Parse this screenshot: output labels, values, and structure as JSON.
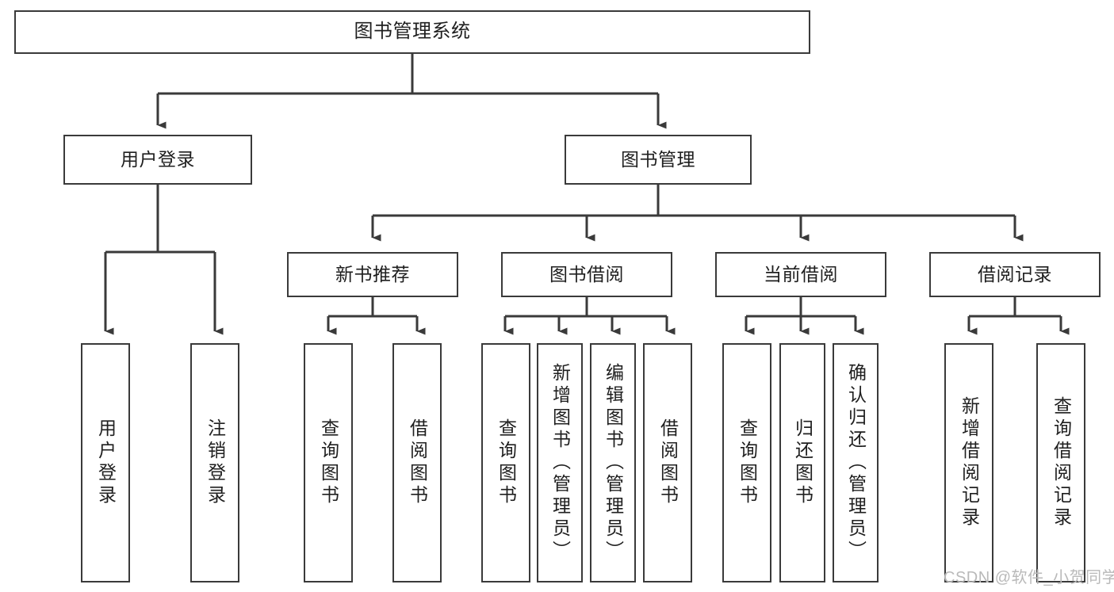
{
  "diagram": {
    "type": "tree-hierarchy",
    "title": "图书管理系统",
    "orientation": "top-down",
    "colors": {
      "box_border": "#3a3a3a",
      "box_fill": "#ffffff",
      "connector": "#3a3a3a",
      "text": "#1f1f1f",
      "watermark": "#b9b9b9",
      "background": "#ffffff"
    },
    "levels": {
      "level0": [
        {
          "id": "root",
          "label": "图书管理系统",
          "text_dir": "horizontal"
        }
      ],
      "level1": [
        {
          "id": "user-login",
          "label": "用户登录",
          "text_dir": "horizontal",
          "parent": "root"
        },
        {
          "id": "book-management",
          "label": "图书管理",
          "text_dir": "horizontal",
          "parent": "root"
        }
      ],
      "level2": [
        {
          "id": "new-book-recommend",
          "label": "新书推荐",
          "text_dir": "horizontal",
          "parent": "book-management"
        },
        {
          "id": "book-borrow",
          "label": "图书借阅",
          "text_dir": "horizontal",
          "parent": "book-management"
        },
        {
          "id": "current-borrow",
          "label": "当前借阅",
          "text_dir": "horizontal",
          "parent": "book-management"
        },
        {
          "id": "borrow-record",
          "label": "借阅记录",
          "text_dir": "horizontal",
          "parent": "book-management"
        }
      ],
      "leaves": [
        {
          "id": "leaf-user-login",
          "label": "用户登录",
          "text_dir": "vertical",
          "parent": "user-login"
        },
        {
          "id": "leaf-user-logout",
          "label": "注销登录",
          "text_dir": "vertical",
          "parent": "user-login"
        },
        {
          "id": "leaf-query-book-1",
          "label": "查询图书",
          "text_dir": "vertical",
          "parent": "new-book-recommend"
        },
        {
          "id": "leaf-borrow-book-1",
          "label": "借阅图书",
          "text_dir": "vertical",
          "parent": "new-book-recommend"
        },
        {
          "id": "leaf-query-book-2",
          "label": "查询图书",
          "text_dir": "vertical",
          "parent": "book-borrow"
        },
        {
          "id": "leaf-add-book-admin",
          "label": "新增图书（管理员）",
          "text_dir": "vertical",
          "parent": "book-borrow"
        },
        {
          "id": "leaf-edit-book-admin",
          "label": "编辑图书（管理员）",
          "text_dir": "vertical",
          "parent": "book-borrow"
        },
        {
          "id": "leaf-borrow-book-2",
          "label": "借阅图书",
          "text_dir": "vertical",
          "parent": "book-borrow"
        },
        {
          "id": "leaf-query-book-3",
          "label": "查询图书",
          "text_dir": "vertical",
          "parent": "current-borrow"
        },
        {
          "id": "leaf-return-book",
          "label": "归还图书",
          "text_dir": "vertical",
          "parent": "current-borrow"
        },
        {
          "id": "leaf-confirm-return-admin",
          "label": "确认归还（管理员）",
          "text_dir": "vertical",
          "parent": "current-borrow"
        },
        {
          "id": "leaf-add-borrow-record",
          "label": "新增借阅记录",
          "text_dir": "vertical",
          "parent": "borrow-record"
        },
        {
          "id": "leaf-query-borrow-record",
          "label": "查询借阅记录",
          "text_dir": "vertical",
          "parent": "borrow-record"
        }
      ]
    },
    "watermark": "CSDN @软件_小贺同学"
  }
}
